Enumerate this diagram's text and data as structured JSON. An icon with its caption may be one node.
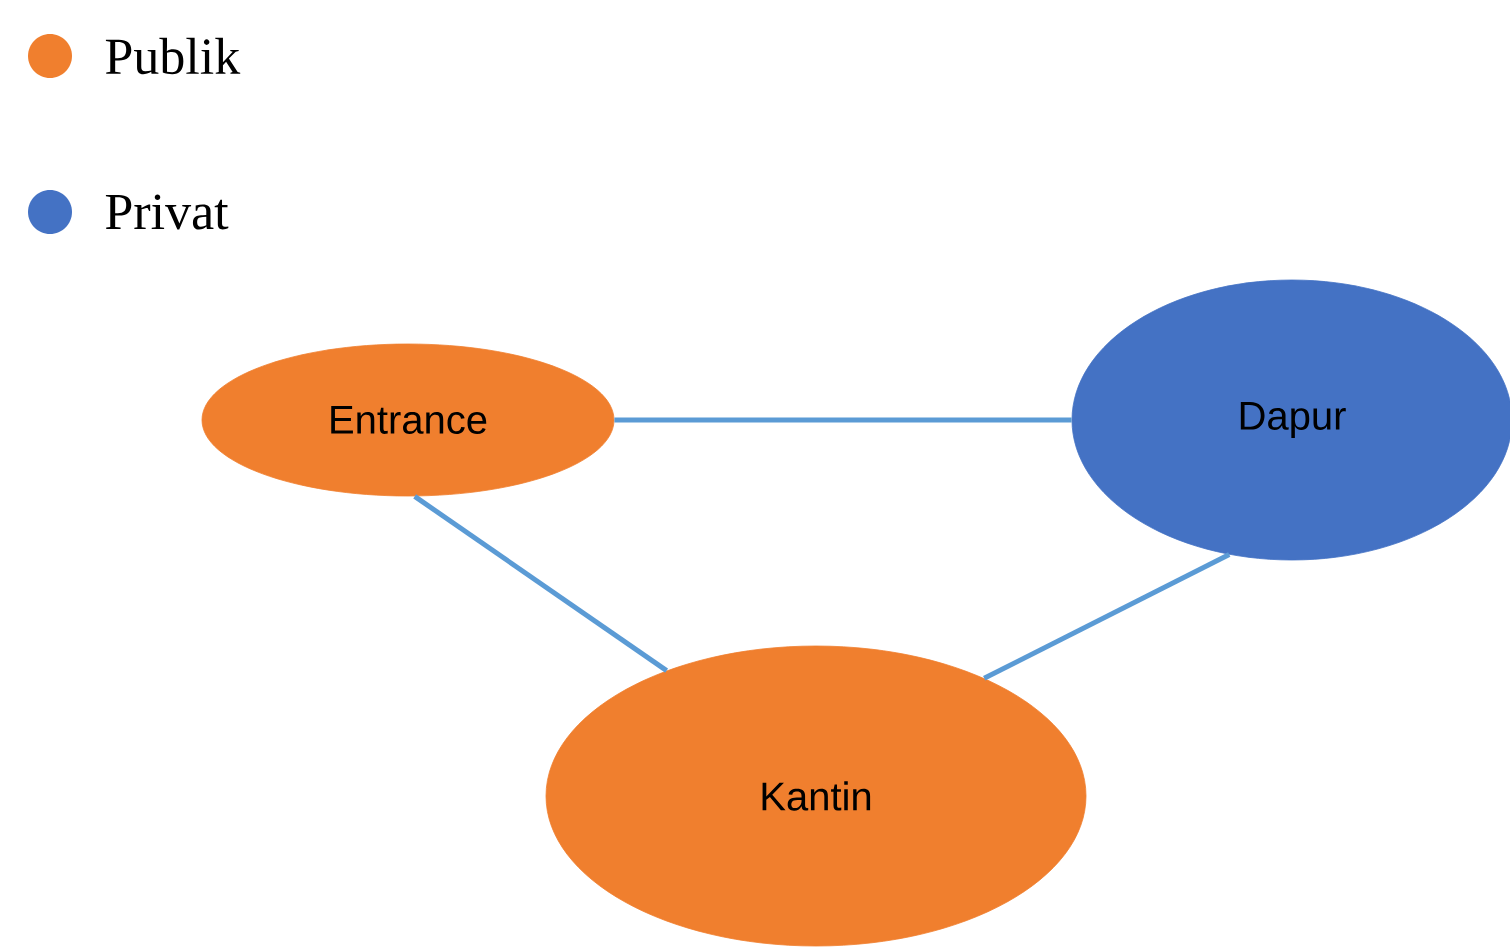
{
  "diagram": {
    "nodes": [
      {
        "text": [
          "Entrance"
        ]
      },
      {
        "text": [
          "Dapur"
        ]
      },
      {
        "text": [
          "Kantin"
        ]
      }
    ],
    "edges": [
      {
        "from": 0,
        "to": 1,
        "arrow": "none"
      },
      {
        "from": 0,
        "to": 2,
        "arrow": "none"
      },
      {
        "from": 2,
        "to": 1,
        "arrow": "none"
      }
    ],
    "legend": [
      {
        "text": "Publik",
        "color": "#f07f2e"
      },
      {
        "text": "Privat",
        "color": "#4472c4"
      }
    ]
  }
}
